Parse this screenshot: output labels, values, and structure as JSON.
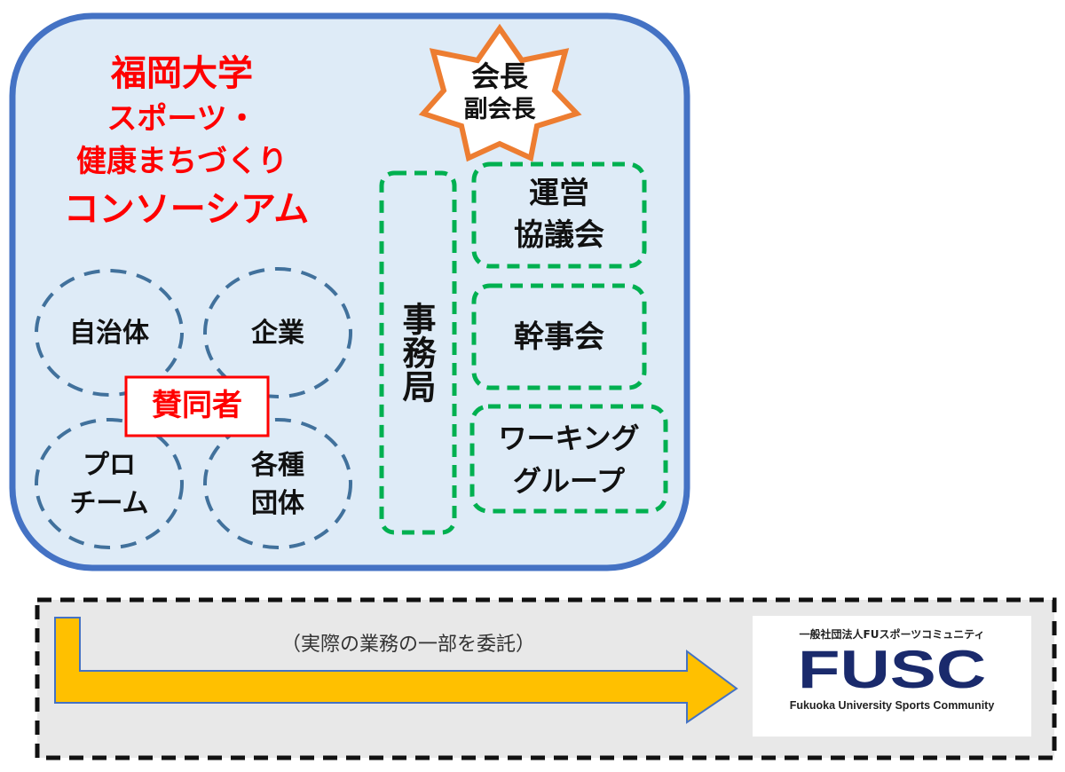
{
  "consortium": {
    "title_lines": [
      "福岡大学",
      "スポーツ・",
      "健康まちづくり",
      "コンソーシアム"
    ]
  },
  "leaders": {
    "line1": "会長",
    "line2": "副会長"
  },
  "members": [
    {
      "label": "自治体"
    },
    {
      "label": "企業"
    },
    {
      "label_lines": [
        "プロ",
        "チーム"
      ]
    },
    {
      "label_lines": [
        "各種",
        "団体"
      ]
    }
  ],
  "supporters_label": "賛同者",
  "secretariat_label": "事務局",
  "bodies": [
    {
      "label_lines": [
        "運営",
        "協議会"
      ]
    },
    {
      "label": "幹事会"
    },
    {
      "label_lines": [
        "ワーキング",
        "グループ"
      ]
    }
  ],
  "delegation_label": "（実際の業務の一部を委託）",
  "fusc_logo": {
    "top_text": "一般社団法人FUスポーツコミュニティ",
    "acronym": "FUSC",
    "full_name": "Fukuoka University Sports Community"
  },
  "colors": {
    "consortium_fill": "#deebf7",
    "consortium_border": "#4472c4",
    "title_red": "#ff0000",
    "star_border": "#ed7d31",
    "green_dash": "#00b050",
    "member_dash": "#41719c",
    "arrow_fill": "#ffc000",
    "logo_navy": "#1a2a6c"
  }
}
